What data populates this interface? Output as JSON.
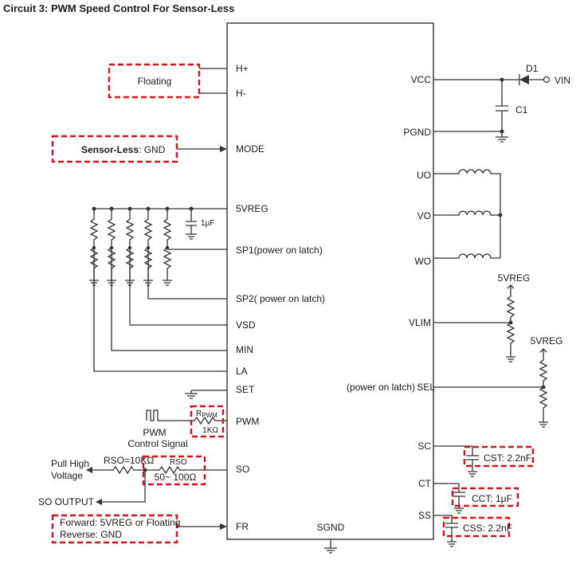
{
  "title": "Circuit 3: PWM Speed Control For Sensor-Less",
  "ic": {
    "left_pins": [
      "H+",
      "H-",
      "MODE",
      "5VREG",
      "SP1(power on latch)",
      "SP2( power on latch)",
      "VSD",
      "MIN",
      "LA",
      "SET",
      "PWM",
      "SO",
      "FR"
    ],
    "right_pins": [
      "VCC",
      "PGND",
      "UO",
      "VO",
      "WO",
      "VLIM",
      "SEL",
      "SC",
      "CT",
      "SS"
    ],
    "bottom_pin": "SGND"
  },
  "labels": {
    "floating": "Floating",
    "sensor_less": "Sensor-Less",
    "sensor_less_value": ": GND",
    "cap_1uf": "1μF",
    "d1": "D1",
    "vin": "VIN",
    "c1": "C1",
    "vreg1": "5VREG",
    "vreg2": "5VREG",
    "power_on_latch": "(power on latch)",
    "pwm": "PWM",
    "control_signal": "Control Signal",
    "rpwm_r": "R",
    "rpwm_sub": "PWM",
    "rpwm_value": "1KΩ",
    "pull_high_1": "Pull High",
    "pull_high_2": "Voltage",
    "rso_10k": "RSO=10KΩ",
    "rso": "RSO",
    "rso_value": "50~ 100Ω",
    "so_output": "SO OUTPUT",
    "forward": "Forward: 5VREG or Floating",
    "reverse": "Reverse: GND",
    "cst": "CST: 2.2nF",
    "cct": "CCT: 1μF",
    "css": "CSS: 2.2nF"
  },
  "colors": {
    "highlight": "#d8121a",
    "wire": "#333333"
  }
}
